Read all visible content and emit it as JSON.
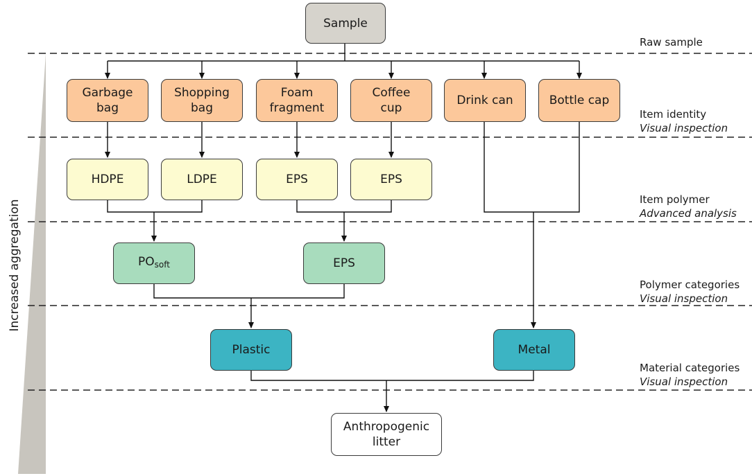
{
  "axis_label": "Increased aggregation",
  "levels": [
    {
      "name": "Raw sample",
      "method": ""
    },
    {
      "name": "Item identity",
      "method": "Visual inspection"
    },
    {
      "name": "Item polymer",
      "method": "Advanced analysis"
    },
    {
      "name": "Polymer categories",
      "method": "Visual inspection"
    },
    {
      "name": "Material categories",
      "method": "Visual inspection"
    }
  ],
  "nodes": {
    "sample": "Sample",
    "items": [
      {
        "line1": "Garbage",
        "line2": "bag"
      },
      {
        "line1": "Shopping",
        "line2": "bag"
      },
      {
        "line1": "Foam",
        "line2": "fragment"
      },
      {
        "line1": "Coffee",
        "line2": "cup"
      },
      {
        "line1": "Drink can",
        "line2": ""
      },
      {
        "line1": "Bottle cap",
        "line2": ""
      }
    ],
    "polymers": [
      "HDPE",
      "LDPE",
      "EPS",
      "EPS"
    ],
    "polymer_categories": [
      {
        "base": "PO",
        "subscript": "soft"
      },
      {
        "base": "EPS",
        "subscript": ""
      }
    ],
    "materials": [
      "Plastic",
      "Metal"
    ],
    "final": {
      "line1": "Anthropogenic",
      "line2": "litter"
    }
  },
  "colors": {
    "sample": "#d6d3cc",
    "item_identity": "#fcc89b",
    "item_polymer": "#fdfbd0",
    "polymer_categories": "#a8dcbd",
    "material_categories": "#3cb4c3",
    "final": "#ffffff",
    "aggregation_wedge": "#c8c5be"
  }
}
